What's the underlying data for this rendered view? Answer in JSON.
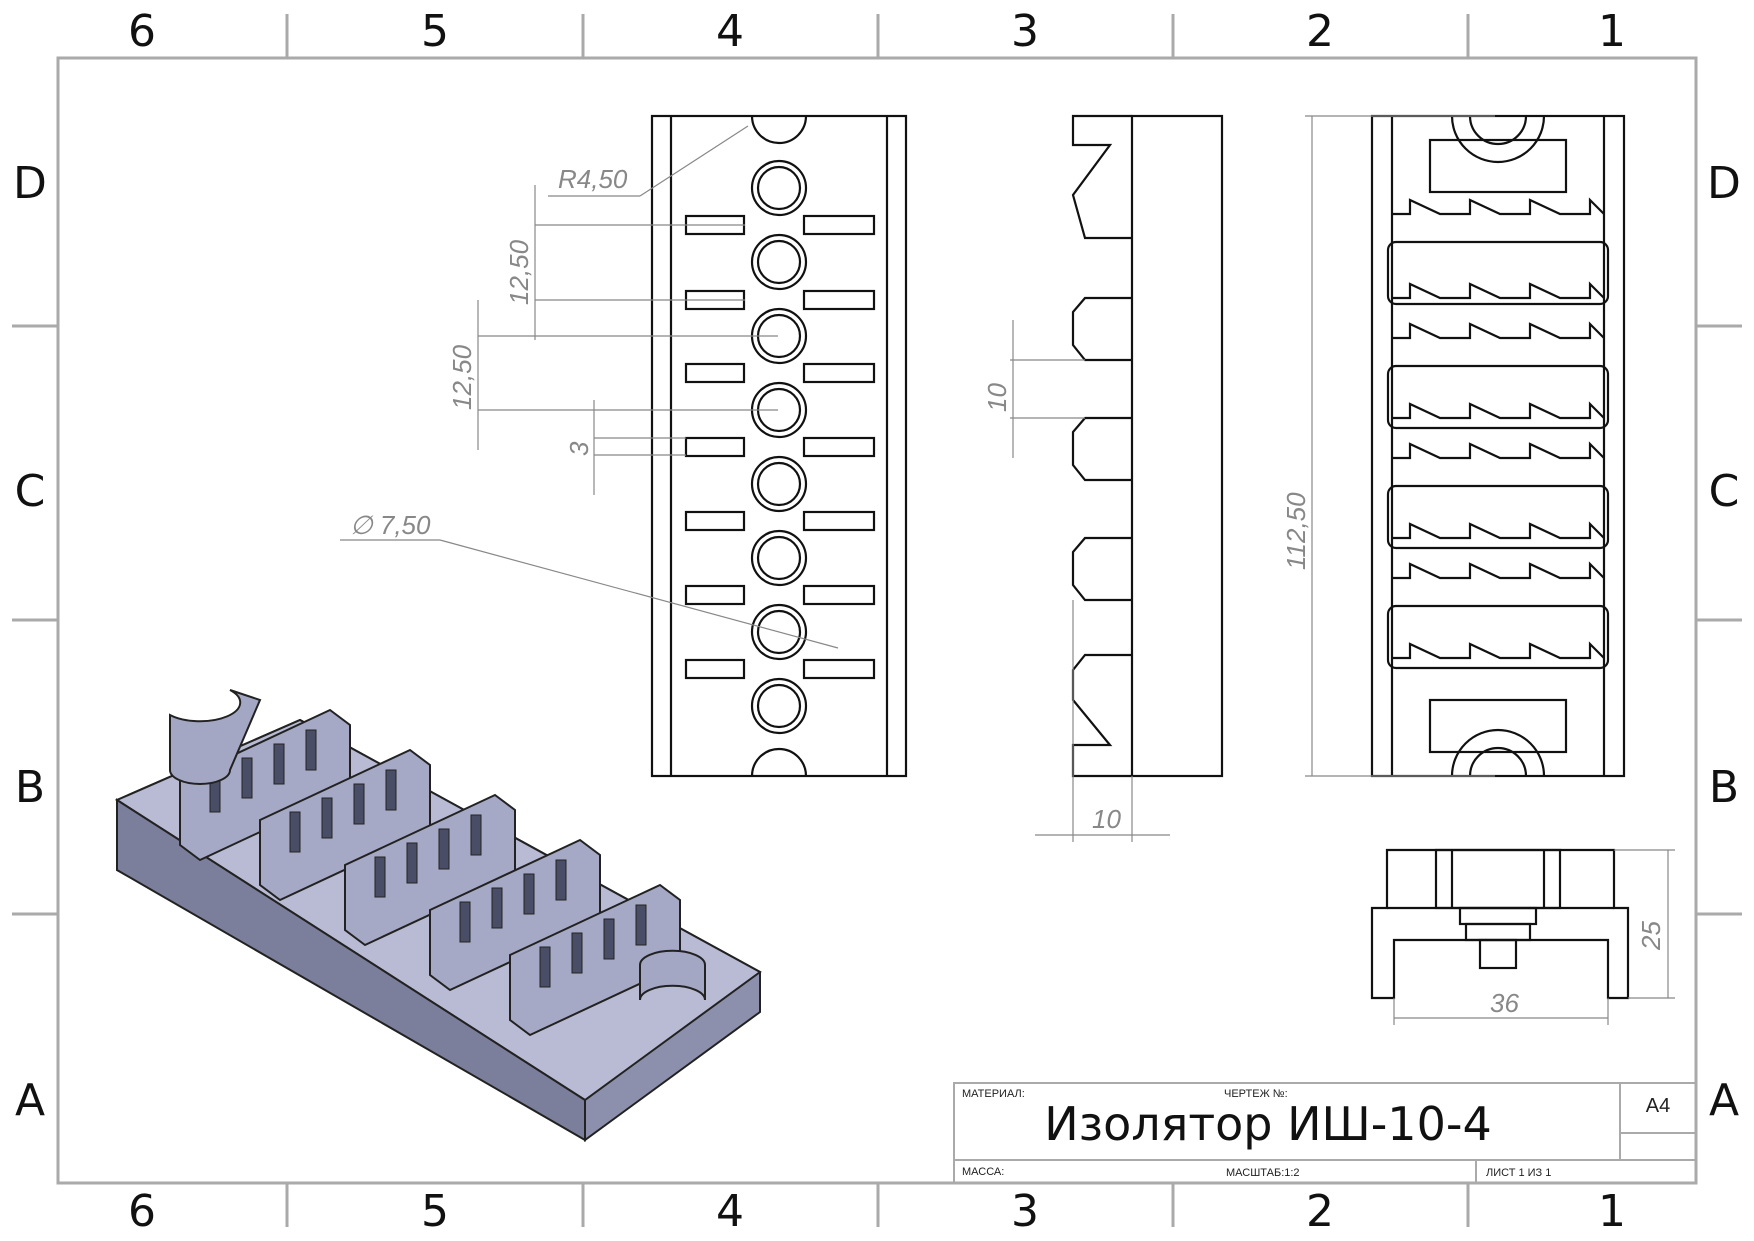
{
  "zones": {
    "columns": [
      "6",
      "5",
      "4",
      "3",
      "2",
      "1"
    ],
    "rows": [
      "D",
      "C",
      "B",
      "A"
    ]
  },
  "dimensions": {
    "radius": "R4,50",
    "pitch_1": "12,50",
    "pitch_2": "12,50",
    "slot_width": "3",
    "hole_diameter": "∅ 7,50",
    "side_pitch": "10",
    "side_depth": "10",
    "overall_length": "112,50",
    "end_height": "25",
    "end_width": "36"
  },
  "title_block": {
    "material_label": "МАТЕРИАЛ:",
    "drawing_no_label": "ЧЕРТЕЖ №:",
    "title": "Изолятор ИШ-10-4",
    "sheet_format": "А4",
    "mass_label": "МАССА:",
    "scale_label": "МАСШТАБ:1:2",
    "sheet_label": "ЛИСТ 1 ИЗ 1"
  }
}
